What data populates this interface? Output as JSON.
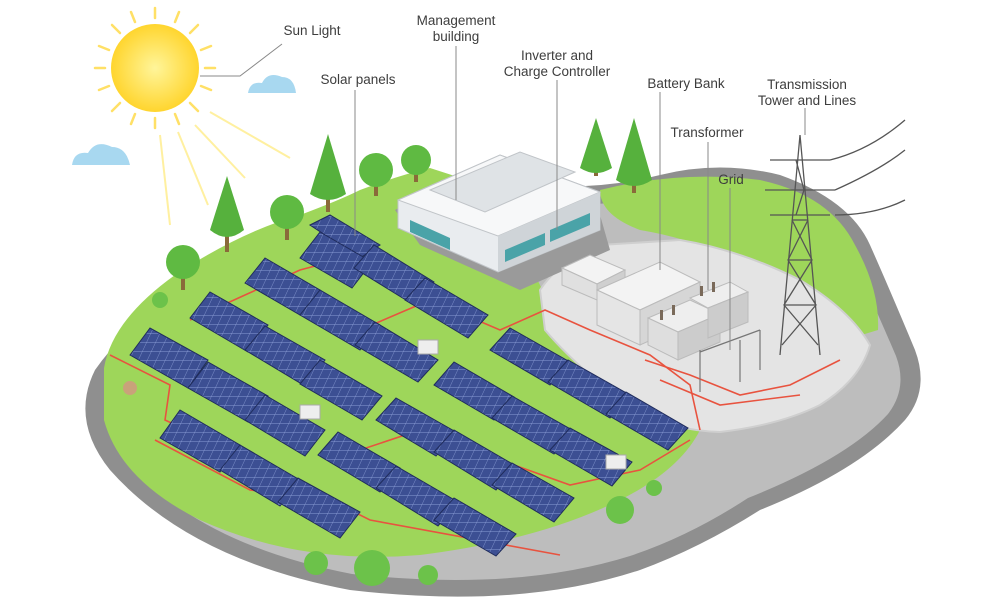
{
  "labels": {
    "sun_light": "Sun Light",
    "management": [
      "Management",
      "building"
    ],
    "inverter": [
      "Inverter and",
      "Charge Controller"
    ],
    "solar_panels": "Solar panels",
    "battery_bank": "Battery Bank",
    "transmission": [
      "Transmission",
      "Tower and Lines"
    ],
    "transformer": "Transformer",
    "grid": "Grid"
  },
  "colors": {
    "ground": "#9ed65a",
    "ground_dark": "#7fbf3f",
    "road": "#8f8f8f",
    "road_light": "#b9b9b9",
    "panel": "#3a4d8f",
    "panel_frame": "#1f2c5c",
    "sun": "#ffe14d",
    "tree": "#4caf3a",
    "cable": "#e8533f",
    "sky_cloud": "#a8d8f0"
  }
}
